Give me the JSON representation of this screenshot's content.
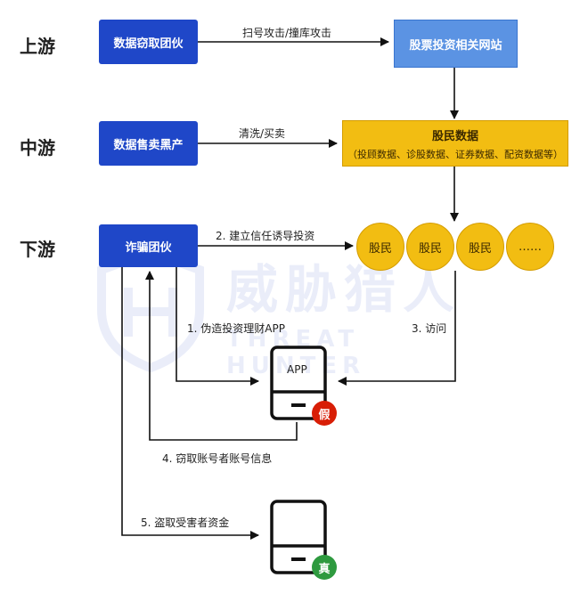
{
  "stages": {
    "upstream": "上游",
    "midstream": "中游",
    "downstream": "下游"
  },
  "nodes": {
    "data_theft_gang": "数据窃取团伙",
    "stock_sites": "股票投资相关网站",
    "data_black_market": "数据售卖黑产",
    "investor_data": "股民数据",
    "investor_data_detail": "（投顾数据、诊股数据、证券数据、配资数据等）",
    "fraud_gang": "诈骗团伙",
    "fake_app": "APP"
  },
  "edges": {
    "scan_attack": "扫号攻击/撞库攻击",
    "wash_trade": "清洗/买卖",
    "build_trust": "2. 建立信任诱导投资",
    "fake_app_step": "1. 伪造投资理财APP",
    "visit": "3. 访问",
    "steal_account": "4. 窃取账号者账号信息",
    "steal_funds": "5. 盗取受害者资金"
  },
  "investors": [
    "股民",
    "股民",
    "股民",
    "……"
  ],
  "badges": {
    "fake": "假",
    "real": "真"
  },
  "watermark": {
    "cn": "威胁猎人",
    "en": "THREAT HUNTER"
  },
  "colors": {
    "blue": "#1f47c8",
    "gold": "#f2bd12",
    "fake": "#d81e06",
    "real": "#2e9a3f"
  }
}
